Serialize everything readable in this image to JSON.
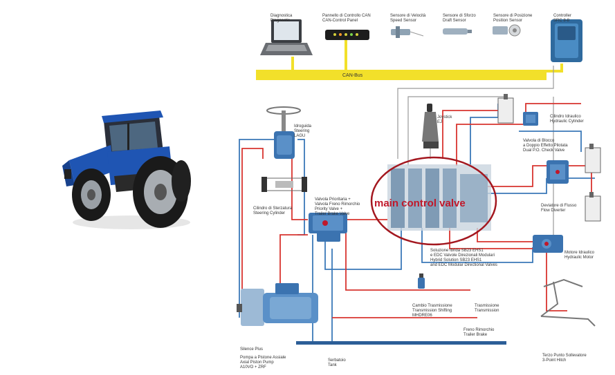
{
  "labels": {
    "diagnostica": [
      "Diagnostica",
      "Diagnostic"
    ],
    "pannello": [
      "Pannello di Controllo CAN",
      "CAN-Control Panel"
    ],
    "sensore_velocita": [
      "Sensore di Velocità",
      "Speed Sensor"
    ],
    "sensore_sforzo": [
      "Sensore di Sforzo",
      "Draft Sensor"
    ],
    "sensore_posizione": [
      "Sensore di Posizione",
      "Position Sensor"
    ],
    "controller": [
      "Controller",
      "SRC 8-8"
    ],
    "can_bus": "CAN-Bus",
    "joystick": [
      "Joystick",
      "EJ"
    ],
    "cilindro_idraulico": [
      "Cilindro Idraulico",
      "Hydraulic Cylinder"
    ],
    "idroguida": [
      "Idroguida",
      "Steering",
      "LAGU"
    ],
    "valvola_blocco": [
      "Valvola di Blocco",
      "a Doppio Effetto Pilotata",
      "Dual P.O. Check Valve"
    ],
    "cilindro_sterzatura": [
      "Cilindro di Sterzatura",
      "Steering Cylinder"
    ],
    "valvola_prioritaria": [
      "Valvola Prioritaria +",
      "Valvola Freno Rimorchio",
      "Priority Valve +",
      "Trailer Brake Valve"
    ],
    "deviatore": [
      "Deviatore di Flusso",
      "Flow Diverter"
    ],
    "soluzione": [
      "Soluzione Ibrida SB23 EHS1",
      "e EDC Valvole Direzionali Modulari",
      "Hybrid Solution SB23 EHS1",
      "and EDC Modular Directional Valves"
    ],
    "motore": [
      "Motore Idraulico",
      "Hydraulic Motor"
    ],
    "cambio": [
      "Cambio Trasmissione",
      "Transmission Shifting",
      "MHDRE06"
    ],
    "trasmissione": [
      "Trasmissione",
      "Transmission"
    ],
    "freno": [
      "Freno Rimorchio",
      "Trailer Brake"
    ],
    "silence": [
      "Silence Plus"
    ],
    "pompa": [
      "Pompa a Pistone Assiale",
      "Axial Piston Pump",
      "A10VO + ZRF"
    ],
    "serbatoio": [
      "Serbatoio",
      "Tank"
    ],
    "terzo_punto": [
      "Terzo Punto Sollevatore",
      "3-Point Hitch"
    ]
  },
  "annotation": "main control valve",
  "colors": {
    "can_bus": "#f2e02a",
    "pressure_line": "#d8342f",
    "return_line": "#3a78b8",
    "signal_line": "#9a9a9a",
    "tractor_body": "#1f55b3",
    "annotation": "#c0182a"
  }
}
